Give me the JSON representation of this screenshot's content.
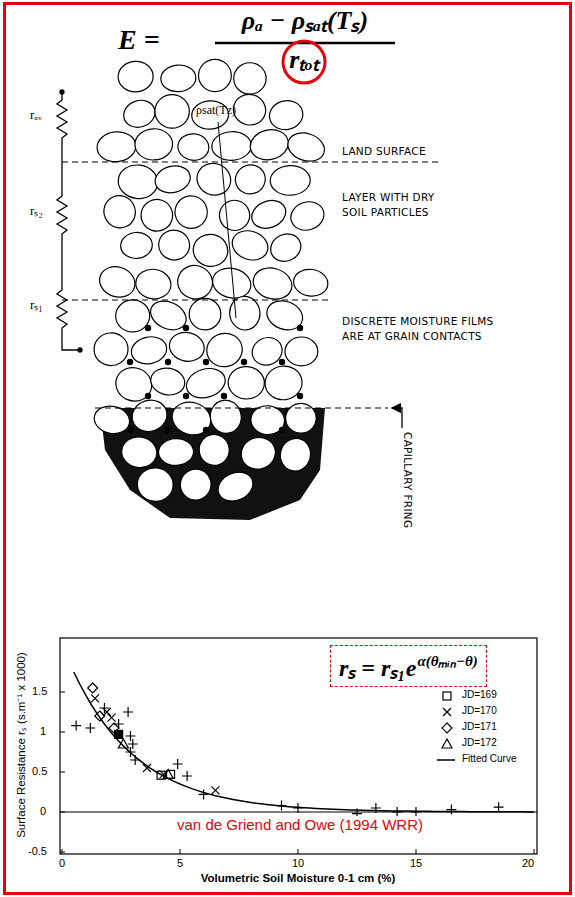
{
  "diagram": {
    "nodes": [
      {
        "text": [
          "rₛ = rₛ₁e",
          "α(θₘᵢₙ−θ)"
        ]
      }
    ],
    "labels": [
      "E =",
      "ρₐ − ρₛₐₜ(Tₛ)",
      "rₜₒₜ",
      "rₐᵥ",
      "rₛ₂",
      "rₛ₁",
      "ρsat(Tz)",
      "LAND SURFACE",
      "LAYER WITH DRY SOIL PARTICLES",
      "DISCRETE MOISTURE FILMS ARE AT GRAIN CONTACTS",
      "CAPILLARY FRING",
      "Surface Resistance rₛ (s.m⁻¹ x 1000)",
      "1.5",
      "1",
      "0.5",
      "0",
      "-0.5",
      "0",
      "5",
      "10",
      "15",
      "20",
      "Volumetric Soil Moisture 0-1 cm (%)",
      "van de Griend and Owe (1994 WRR)"
    ],
    "legend": [
      {
        "text": "JD=169"
      },
      {
        "text": "JD=170"
      },
      {
        "text": "JD=171"
      },
      {
        "text": "JD=172"
      },
      {
        "text": "Fitted Curve"
      }
    ]
  }
}
